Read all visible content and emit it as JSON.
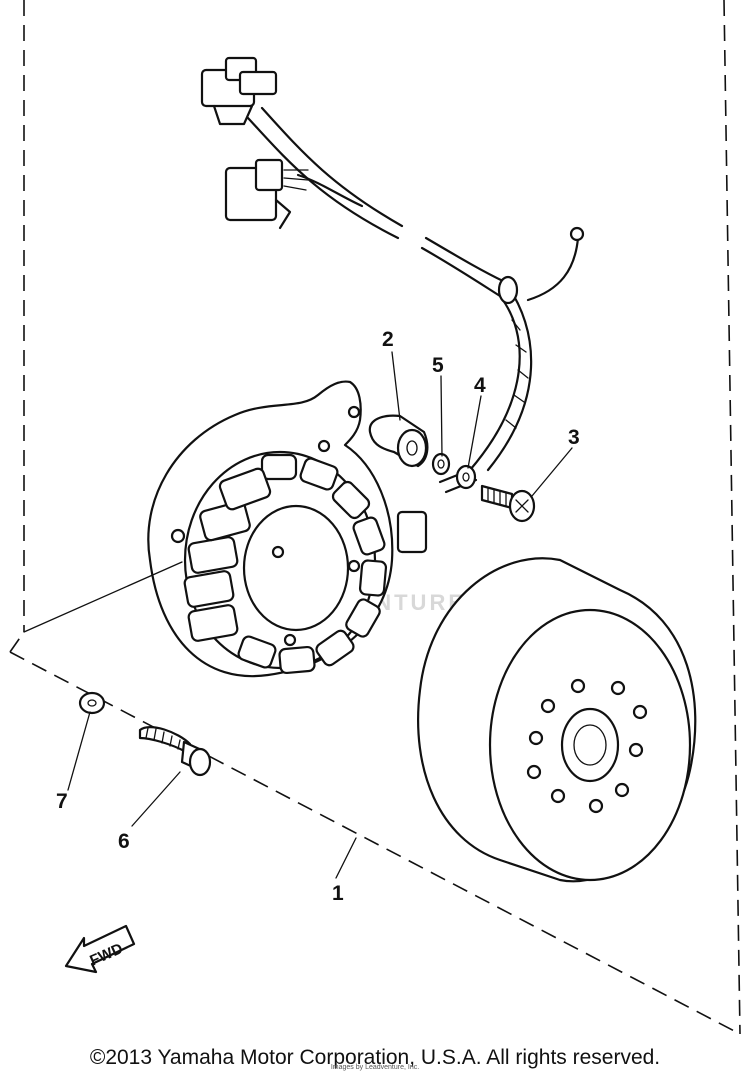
{
  "diagram": {
    "callouts": [
      {
        "id": "1",
        "label": "1"
      },
      {
        "id": "2",
        "label": "2"
      },
      {
        "id": "3",
        "label": "3"
      },
      {
        "id": "4",
        "label": "4"
      },
      {
        "id": "5",
        "label": "5"
      },
      {
        "id": "6",
        "label": "6"
      },
      {
        "id": "7",
        "label": "7"
      }
    ],
    "direction_arrow_label": "FWD",
    "watermark": "LEADVENTURE"
  },
  "footer": {
    "copyright": "©2013 Yamaha Motor Corporation, U.S.A. All rights reserved.",
    "credit": "Images by Leadventure, Inc."
  }
}
